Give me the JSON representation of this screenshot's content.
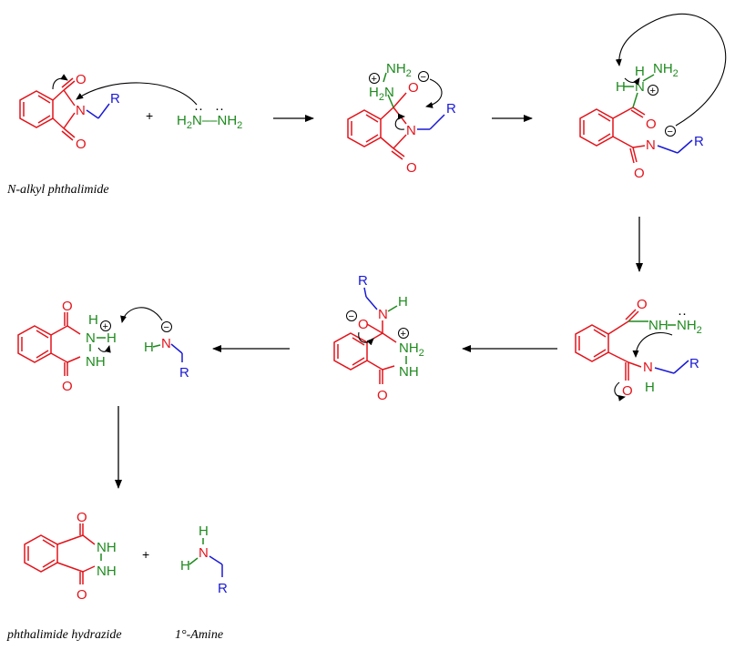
{
  "scheme": {
    "colors": {
      "phthalimide": "#e3141b",
      "hydrazine": "#1e8a1e",
      "alkyl": "#1a1ad6",
      "arrows": "#000000"
    },
    "atoms": {
      "O": "O",
      "N": "N",
      "R": "R",
      "H": "H",
      "NH": "NH",
      "NH2": "NH",
      "H2": "H",
      "two": "2",
      "H2N": "H",
      "dash": "–"
    },
    "charges": {
      "plus": "+",
      "minus": "−"
    },
    "lone_pair": "··",
    "plus_sign": "+",
    "captions": {
      "start": "N-alkyl phthalimide",
      "product": "phthalimide hydrazide",
      "amine": "1°-Amine"
    }
  }
}
